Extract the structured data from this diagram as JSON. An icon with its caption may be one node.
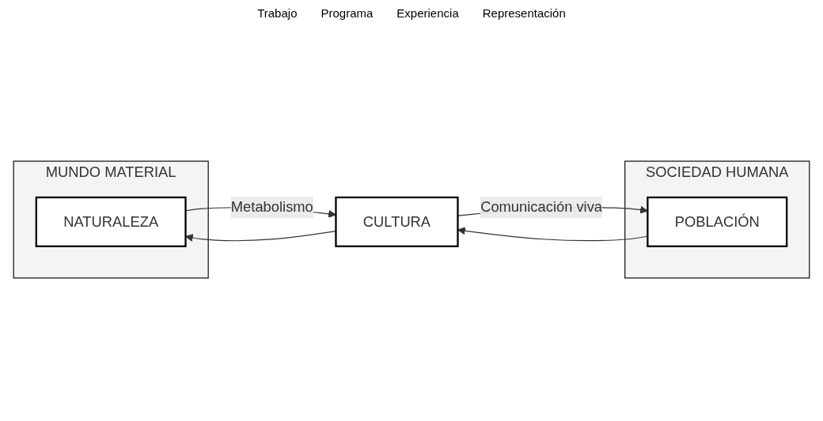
{
  "diagram": {
    "nodes": [
      {
        "text": [
          "MUNDO MATERIAL"
        ]
      },
      {
        "text": [
          "SOCIEDAD HUMANA"
        ]
      },
      {
        "text": [
          "NATURALEZA"
        ],
        "in": 0
      },
      {
        "text": [
          "CULTURA"
        ]
      },
      {
        "text": [
          "POBLACIÓN"
        ],
        "in": 1
      }
    ],
    "edges": [
      {
        "from": 2,
        "to": 3,
        "arrow": "to",
        "label": "Metabolismo"
      },
      {
        "from": 3,
        "to": 2,
        "arrow": "to"
      },
      {
        "from": 3,
        "to": 4,
        "arrow": "to",
        "label": "Comunicación viva"
      },
      {
        "from": 4,
        "to": 3,
        "arrow": "to"
      }
    ],
    "labels": [
      "Trabajo",
      "Programa",
      "Experiencia",
      "Representación"
    ]
  }
}
